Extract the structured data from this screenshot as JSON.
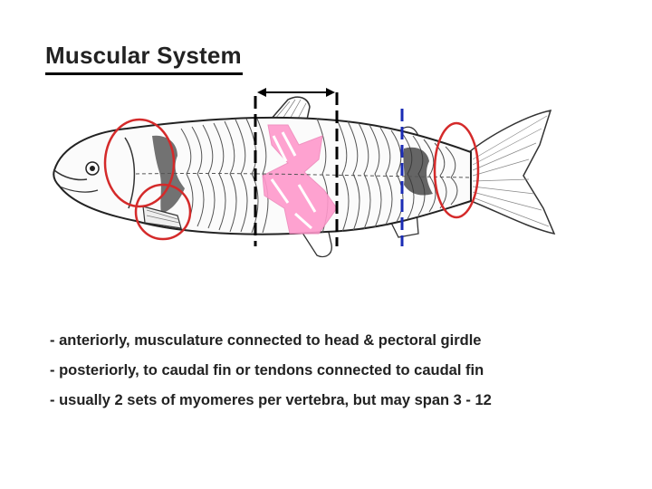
{
  "slide": {
    "title": "Muscular System"
  },
  "colors": {
    "highlight_circle": "#d42a2a",
    "myomere_highlight": "#ff99cc",
    "vertebra_marker": "#1a2bb5",
    "span_marker": "#000000"
  },
  "bullets": [
    "- anteriorly, musculature connected to head & pectoral girdle",
    "- posteriorly, to caudal fin or tendons connected to caudal fin",
    "- usually 2 sets of myomeres per vertebra, but may span 3 - 12"
  ]
}
